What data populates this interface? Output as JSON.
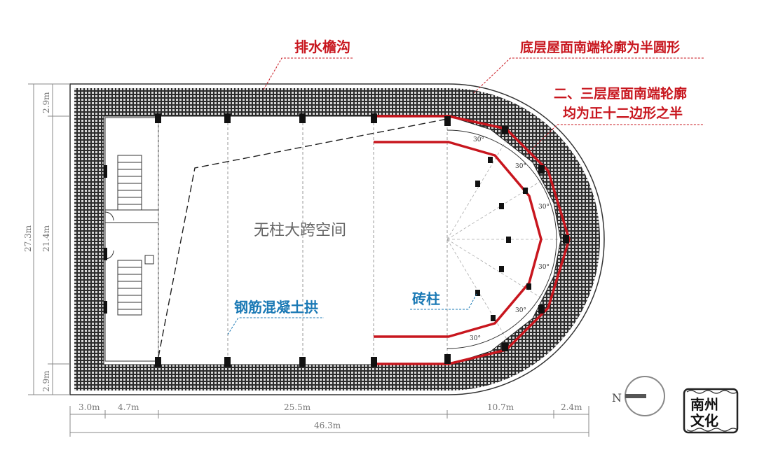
{
  "annotations": {
    "gutter": "排水檐沟",
    "bottom_roof": "底层屋面南端轮廓为半圆形",
    "upper_roof_line1": "二、三层屋面南端轮廓",
    "upper_roof_line2": "均为正十二边形之半",
    "space": "无柱大跨空间",
    "arch": "钢筋混凝土拱",
    "pillar": "砖柱",
    "north": "N",
    "angle": "30°"
  },
  "dimensions": {
    "left_top": "2.9m",
    "left_total": "27.3m",
    "left_middle": "21.4m",
    "left_bottom": "2.9m",
    "bottom_a": "3.0m",
    "bottom_b": "4.7m",
    "bottom_c": "25.5m",
    "bottom_d": "10.7m",
    "bottom_e": "2.4m",
    "bottom_total": "46.3m"
  },
  "logo": {
    "text": "南州文化"
  },
  "colors": {
    "red": "#c8161e",
    "blue": "#1a79b5",
    "roof": "#3a3a3a",
    "dim": "#777777"
  }
}
